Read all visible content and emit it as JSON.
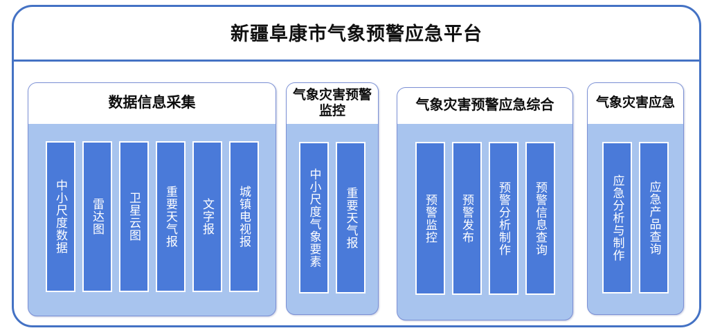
{
  "header": {
    "title": "新疆阜康市气象预警应急平台"
  },
  "colors": {
    "frame_border": "#4472c4",
    "panel_border": "#7b8fd4",
    "panel_body": "#a8c4ee",
    "item_fill": "#4a7ad9",
    "item_border": "#ffffff",
    "header_bg": "#ffffff",
    "text_dark": "#0d0d0d",
    "text_light": "#ffffff"
  },
  "panels": [
    {
      "title": "数据信息采集",
      "items": [
        {
          "label": "中小尺度数据"
        },
        {
          "label": "雷达图"
        },
        {
          "label": "卫星云图"
        },
        {
          "label": "重要天气报"
        },
        {
          "label": "文字报"
        },
        {
          "label": "城镇电视报"
        }
      ]
    },
    {
      "title": "气象灾害预警监控",
      "items": [
        {
          "label": "中小尺度气象要素"
        },
        {
          "label": "重要天气报"
        }
      ]
    },
    {
      "title": "气象灾害预警应急综合",
      "items": [
        {
          "label": "预警监控"
        },
        {
          "label": "预警发布"
        },
        {
          "label": "预警分析制作"
        },
        {
          "label": "预警信息查询"
        }
      ]
    },
    {
      "title": "气象灾害应急",
      "items": [
        {
          "label": "应急分析与制作"
        },
        {
          "label": "应急产品查询"
        }
      ]
    }
  ]
}
